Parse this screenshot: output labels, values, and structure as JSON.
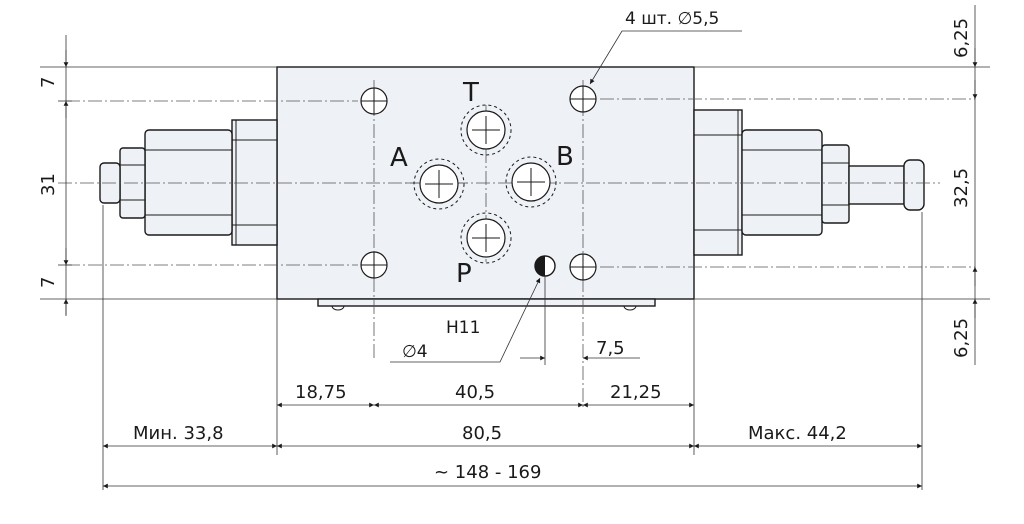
{
  "ports": {
    "t": "T",
    "a": "A",
    "b": "B",
    "p": "P"
  },
  "notes": {
    "holes": "4 шт. ∅5,5",
    "pin_fit": "H11",
    "pin_dia": "∅4"
  },
  "dims": {
    "top_offset": "6,25",
    "left_top": "7",
    "left_mid": "31",
    "left_bottom": "7",
    "right_mid": "32,5",
    "bottom_offset": "6,25",
    "pin_offset": "7,5",
    "seg_left": "18,75",
    "seg_mid": "40,5",
    "seg_right": "21,25",
    "min_left": "Мин. 33,8",
    "body_width": "80,5",
    "max_right": "Макс. 44,2",
    "overall": "~ 148 - 169"
  },
  "colors": {
    "body_fill": "#eef1f6",
    "line": "#1a1a1a"
  }
}
